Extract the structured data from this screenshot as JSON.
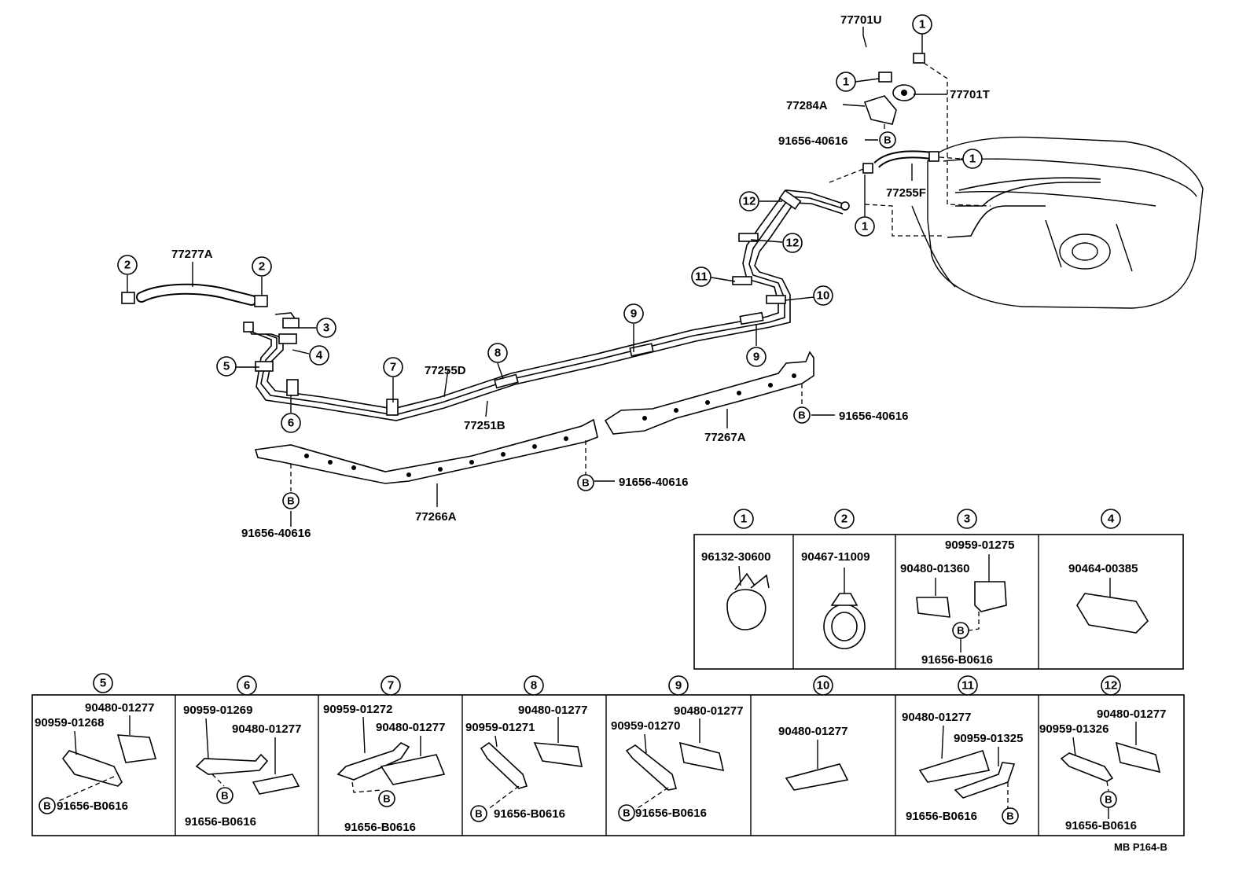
{
  "labels": {
    "p77701U": "77701U",
    "p77701T": "77701T",
    "p77284A": "77284A",
    "p91656_top": "91656-40616",
    "p77255F": "77255F",
    "p77277A": "77277A",
    "p77255D": "77255D",
    "p77251B": "77251B",
    "p77267A": "77267A",
    "p91656_right": "91656-40616",
    "p91656_mid": "91656-40616",
    "p91656_left": "91656-40616",
    "p77266A": "77266A",
    "code": "MB P164-B"
  },
  "refs": {
    "b": "B"
  },
  "callouts": {
    "c1": "1",
    "c2": "2",
    "c3": "3",
    "c4": "4",
    "c5": "5",
    "c6": "6",
    "c7": "7",
    "c8": "8",
    "c9": "9",
    "c10": "10",
    "c11": "11",
    "c12": "12"
  },
  "detail": {
    "d1": {
      "a": "96132-30600"
    },
    "d2": {
      "a": "90467-11009"
    },
    "d3": {
      "a": "90959-01275",
      "b": "90480-01360",
      "c": "91656-B0616"
    },
    "d4": {
      "a": "90464-00385"
    },
    "d5": {
      "a": "90480-01277",
      "b": "90959-01268",
      "c": "91656-B0616"
    },
    "d6": {
      "a": "90959-01269",
      "b": "90480-01277",
      "c": "91656-B0616"
    },
    "d7": {
      "a": "90959-01272",
      "b": "90480-01277",
      "c": "91656-B0616"
    },
    "d8": {
      "a": "90480-01277",
      "b": "90959-01271",
      "c": "91656-B0616"
    },
    "d9": {
      "a": "90480-01277",
      "b": "90959-01270",
      "c": "91656-B0616"
    },
    "d10": {
      "a": "90480-01277"
    },
    "d11": {
      "a": "90480-01277",
      "b": "90959-01325",
      "c": "91656-B0616"
    },
    "d12": {
      "a": "90480-01277",
      "b": "90959-01326",
      "c": "91656-B0616"
    }
  }
}
